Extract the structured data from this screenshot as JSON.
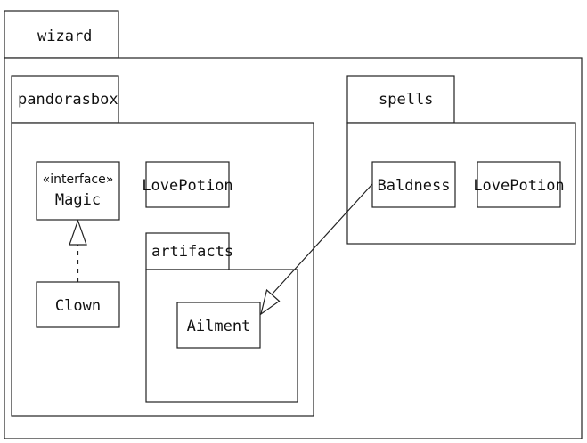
{
  "packages": {
    "wizard": {
      "name": "wizard"
    },
    "pandorasbox": {
      "name": "pandorasbox"
    },
    "spells": {
      "name": "spells"
    },
    "artifacts": {
      "name": "artifacts"
    }
  },
  "classes": {
    "magic": {
      "stereotype": "«interface»",
      "name": "Magic"
    },
    "clown": {
      "name": "Clown"
    },
    "lovepotion_pandorasbox": {
      "name": "LovePotion"
    },
    "ailment": {
      "name": "Ailment"
    },
    "baldness": {
      "name": "Baldness"
    },
    "lovepotion_spells": {
      "name": "LovePotion"
    }
  },
  "relationships": [
    {
      "type": "realization",
      "from": "Clown",
      "to": "Magic"
    },
    {
      "type": "generalization",
      "from": "Baldness",
      "to": "Ailment"
    }
  ]
}
